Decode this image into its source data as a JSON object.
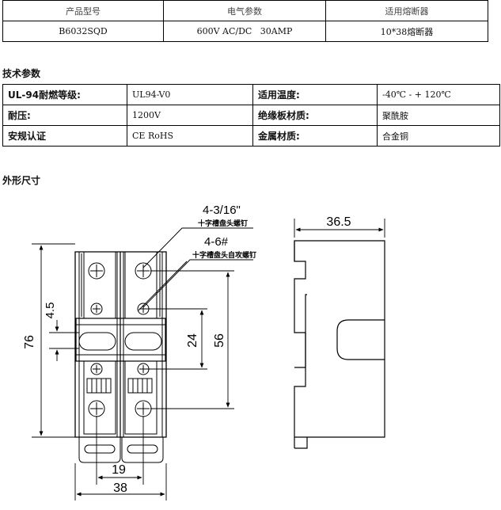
{
  "spec_table": {
    "headers": [
      "产品型号",
      "电气参数",
      "适用熔断器"
    ],
    "values": [
      "B6032SQD",
      "600V AC/DC   30AMP",
      "10*38熔断器"
    ]
  },
  "tech_section": {
    "title": "技术参数",
    "rows": [
      {
        "k1": "UL-94耐燃等级:",
        "v1": "UL94-V0",
        "k2": "适用温度:",
        "v2": "-40℃ - + 120℃"
      },
      {
        "k1": "耐压:",
        "v1": "1200V",
        "k2": "绝缘板材质:",
        "v2": "聚酰胺"
      },
      {
        "k1": "安规认证",
        "v1": "CE RoHS",
        "k2": "金属材质:",
        "v2": "合金铜"
      }
    ]
  },
  "dimension_section": {
    "title": "外形尺寸",
    "annotations": {
      "screw1": "4-3/16\"",
      "screw1_desc": "十字槽盘头螺钉",
      "screw2": "4-6#",
      "screw2_desc": "十字槽盘头自攻螺钉",
      "d76": "76",
      "d45": "4.5",
      "d24": "24",
      "d56": "56",
      "d19": "19",
      "d38": "38",
      "d365": "36.5"
    }
  }
}
